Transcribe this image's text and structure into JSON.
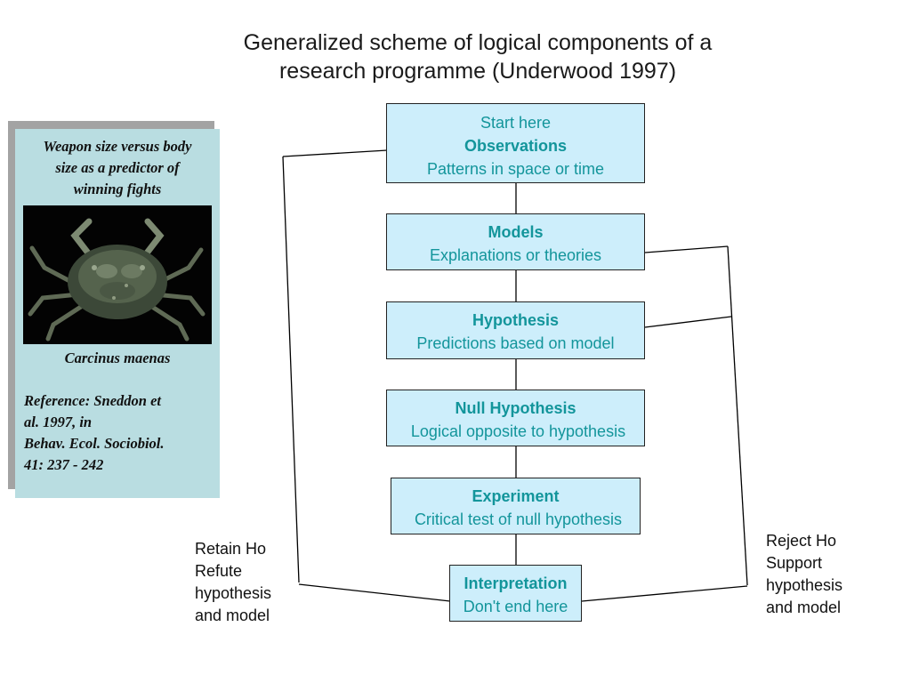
{
  "title": {
    "line1": "Generalized scheme of logical components of a",
    "line2": "research programme (Underwood 1997)"
  },
  "card": {
    "caption_lines": [
      "Weapon size versus body",
      "size as a predictor of",
      "winning fights"
    ],
    "species": "Carcinus maenas",
    "reference_lines": [
      "Reference: Sneddon et",
      "al. 1997, in",
      "Behav. Ecol. Sociobiol.",
      "41: 237 - 242"
    ]
  },
  "flow": {
    "observations": {
      "pre": "Start here",
      "head": "Observations",
      "sub": "Patterns in space or time"
    },
    "models": {
      "head": "Models",
      "sub": "Explanations or theories"
    },
    "hypothesis": {
      "head": "Hypothesis",
      "sub": "Predictions based on model"
    },
    "null_hypothesis": {
      "head": "Null Hypothesis",
      "sub": "Logical opposite to hypothesis"
    },
    "experiment": {
      "head": "Experiment",
      "sub": "Critical test of null hypothesis"
    },
    "interpretation": {
      "head": "Interpretation",
      "sub": "Don't end here"
    }
  },
  "retain": {
    "lines": [
      "Retain Ho",
      "Refute",
      "hypothesis",
      "and model"
    ]
  },
  "reject": {
    "lines": [
      "Reject Ho",
      "Support",
      "hypothesis",
      "and model"
    ]
  },
  "colors": {
    "box_fill": "#cdeefb",
    "box_text": "#13959b",
    "card_fill": "#b9dde1",
    "card_shadow": "#a3a3a3"
  }
}
